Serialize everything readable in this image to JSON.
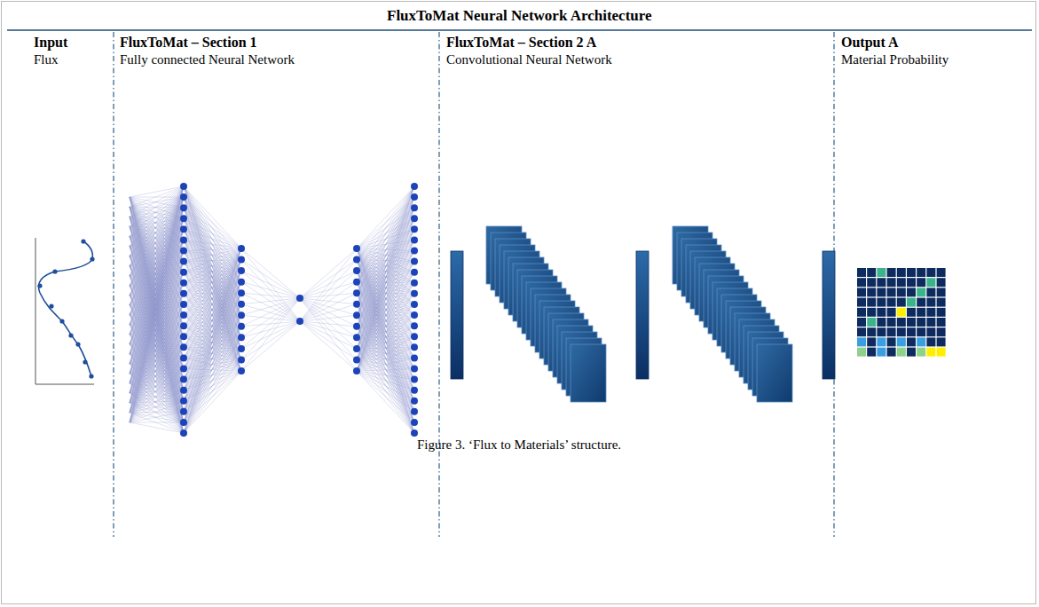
{
  "diagram": {
    "title": "FluxToMat Neural Network Architecture",
    "caption": "Figure 3. ‘Flux to Materials’ structure.",
    "labels": [
      "Input",
      "Flux",
      "FluxToMat – Section 1",
      "Fully connected Neural Network",
      "FluxToMat – Section 2 A",
      "Convolutional Neural Network",
      "Output A",
      "Material Probability"
    ]
  }
}
